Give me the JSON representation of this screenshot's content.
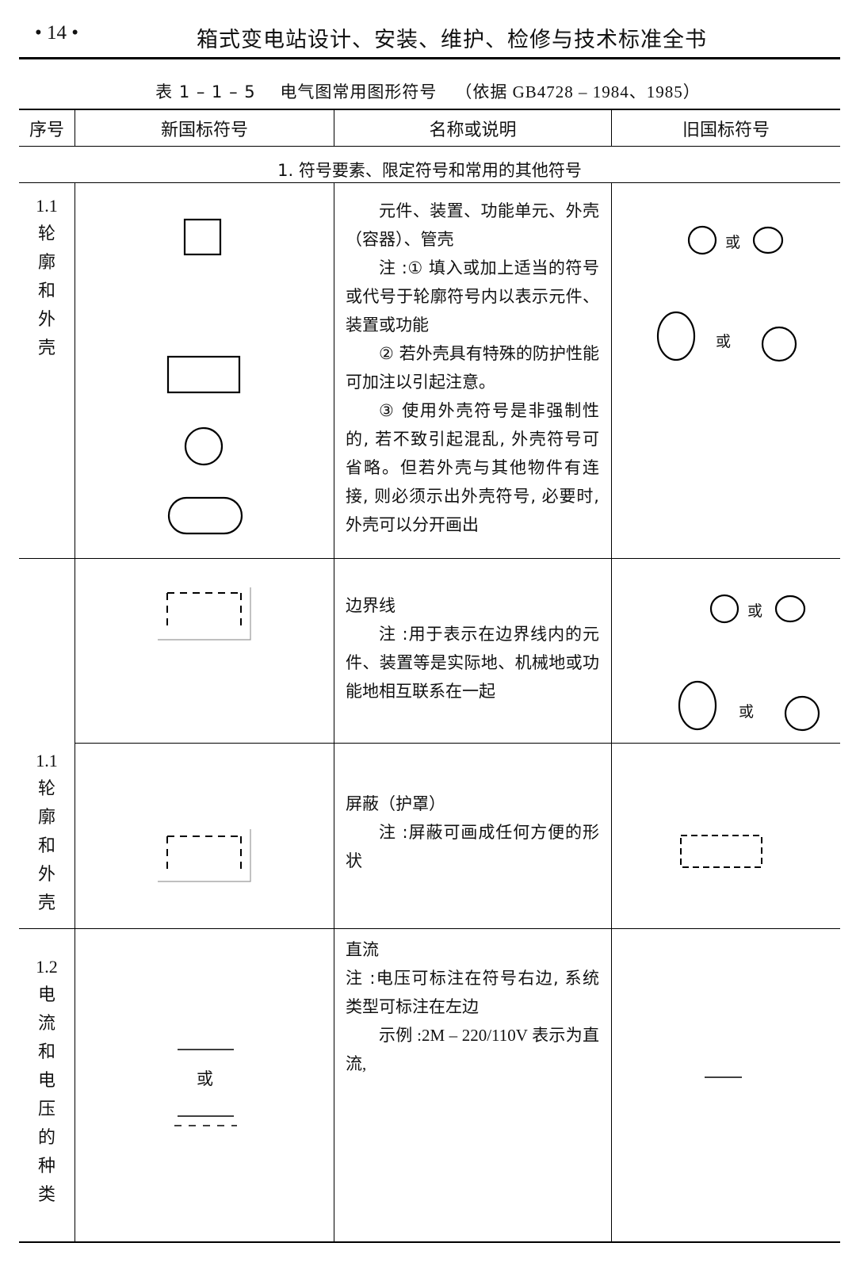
{
  "header": {
    "page_number": "• 14 •",
    "book_title": "箱式变电站设计、安装、维护、检修与技术标准全书"
  },
  "table": {
    "caption": {
      "label": "表 1 – 1 – 5",
      "title": "电气图常用图形符号",
      "basis": "（依据 GB4728 – 1984、1985）"
    },
    "columns": {
      "seq": "序号",
      "new_symbol": "新国标符号",
      "name": "名称或说明",
      "old_symbol": "旧国标符号"
    },
    "section_title": "1. 符号要素、限定符号和常用的其他符号",
    "or_label": "或",
    "rows": [
      {
        "seq_num": "1.1",
        "seq_chars": [
          "轮",
          "廓",
          "和",
          "外",
          "壳"
        ],
        "desc": [
          "元件、装置、功能单元、外壳（容器）、管壳",
          "注 :① 填入或加上适当的符号或代号于轮廓符号内以表示元件、装置或功能",
          "② 若外壳具有特殊的防护性能可加注以引起注意。",
          "③ 使用外壳符号是非强制性的, 若不致引起混乱, 外壳符号可省略。但若外壳与其他物件有连接, 则必须示出外壳符号, 必要时, 外壳可以分开画出"
        ]
      },
      {
        "seq_num": "",
        "seq_chars": [],
        "desc": [
          "边界线",
          "注 :用于表示在边界线内的元件、装置等是实际地、机械地或功能地相互联系在一起"
        ]
      },
      {
        "seq_num": "1.1",
        "seq_chars": [
          "轮",
          "廓",
          "和",
          "外",
          "壳"
        ],
        "desc": [
          "屏蔽（护罩）",
          "注 :屏蔽可画成任何方便的形状"
        ]
      },
      {
        "seq_num": "1.2",
        "seq_chars": [
          "电",
          "流",
          "和",
          "电",
          "压",
          "的",
          "种",
          "类"
        ],
        "desc": [
          "直流",
          "注 :电压可标注在符号右边, 系统类型可标注在左边",
          "示例 :2M – 220/110V 表示为直流,"
        ]
      }
    ]
  }
}
